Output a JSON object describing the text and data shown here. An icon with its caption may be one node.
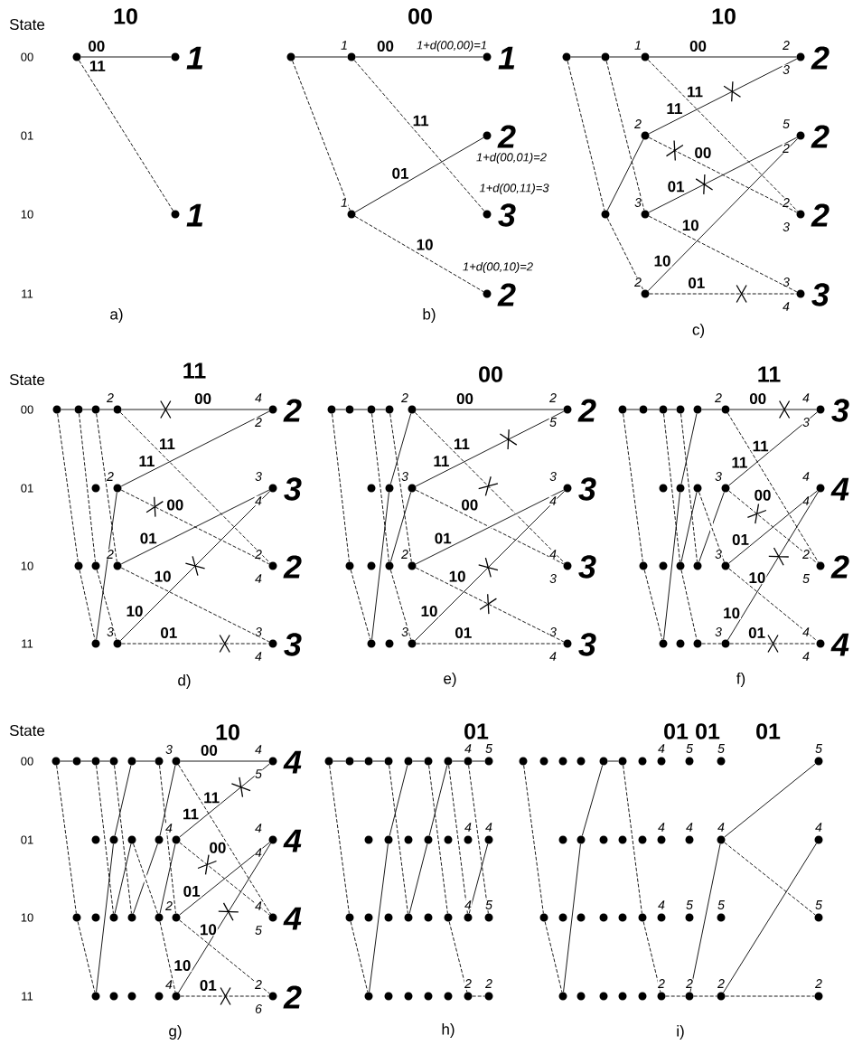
{
  "diagram": {
    "nodes": [
      {
        "text": [],
        "shape": "circle"
      },
      {
        "text": [],
        "shape": "circle",
        "beside": [
          "1"
        ]
      },
      {
        "text": [],
        "shape": "circle",
        "beside": [
          "1"
        ]
      },
      {
        "text": [],
        "shape": "circle"
      },
      {
        "text": [],
        "shape": "circle",
        "beside": [
          "1"
        ]
      },
      {
        "text": [],
        "shape": "circle",
        "beside": [
          "1"
        ]
      },
      {
        "text": [],
        "shape": "circle",
        "beside": [
          "1",
          "1+d(00,00)=1"
        ]
      },
      {
        "text": [],
        "shape": "circle",
        "beside": [
          "2",
          "1+d(00,01)=2"
        ]
      },
      {
        "text": [],
        "shape": "circle",
        "beside": [
          "3",
          "1+d(00,11)=3"
        ]
      },
      {
        "text": [],
        "shape": "circle",
        "beside": [
          "2",
          "1+d(00,10)=2"
        ]
      },
      {
        "text": [],
        "shape": "circle"
      },
      {
        "text": [],
        "shape": "circle"
      },
      {
        "text": [],
        "shape": "circle"
      },
      {
        "text": [],
        "shape": "circle",
        "beside": [
          "1"
        ]
      },
      {
        "text": [],
        "shape": "circle",
        "beside": [
          "2"
        ]
      },
      {
        "text": [],
        "shape": "circle",
        "beside": [
          "3"
        ]
      },
      {
        "text": [],
        "shape": "circle",
        "beside": [
          "2"
        ]
      },
      {
        "text": [],
        "shape": "circle",
        "beside": [
          "2",
          "2",
          "3"
        ]
      },
      {
        "text": [],
        "shape": "circle",
        "beside": [
          "2",
          "5",
          "2"
        ]
      },
      {
        "text": [],
        "shape": "circle",
        "beside": [
          "2",
          "2",
          "3"
        ]
      },
      {
        "text": [],
        "shape": "circle",
        "beside": [
          "3",
          "3",
          "4"
        ]
      },
      {
        "text": [],
        "shape": "circle"
      },
      {
        "text": [],
        "shape": "circle"
      },
      {
        "text": [],
        "shape": "circle"
      },
      {
        "text": [],
        "shape": "circle"
      },
      {
        "text": [],
        "shape": "circle"
      },
      {
        "text": [],
        "shape": "circle"
      },
      {
        "text": [],
        "shape": "circle"
      },
      {
        "text": [],
        "shape": "circle",
        "beside": [
          "2"
        ]
      },
      {
        "text": [],
        "shape": "circle",
        "beside": [
          "2"
        ]
      },
      {
        "text": [],
        "shape": "circle",
        "beside": [
          "2"
        ]
      },
      {
        "text": [],
        "shape": "circle",
        "beside": [
          "3"
        ]
      },
      {
        "text": [],
        "shape": "circle",
        "beside": [
          "2",
          "4",
          "2"
        ]
      },
      {
        "text": [],
        "shape": "circle",
        "beside": [
          "3",
          "3",
          "4"
        ]
      },
      {
        "text": [],
        "shape": "circle",
        "beside": [
          "2",
          "2",
          "4"
        ]
      },
      {
        "text": [],
        "shape": "circle",
        "beside": [
          "3",
          "3",
          "4"
        ]
      },
      {
        "text": [],
        "shape": "circle"
      },
      {
        "text": [],
        "shape": "circle"
      },
      {
        "text": [],
        "shape": "circle"
      },
      {
        "text": [],
        "shape": "circle"
      },
      {
        "text": [],
        "shape": "circle"
      },
      {
        "text": [],
        "shape": "circle"
      },
      {
        "text": [],
        "shape": "circle"
      },
      {
        "text": [],
        "shape": "circle"
      },
      {
        "text": [],
        "shape": "circle"
      },
      {
        "text": [],
        "shape": "circle"
      },
      {
        "text": [],
        "shape": "circle"
      },
      {
        "text": [],
        "shape": "circle",
        "beside": [
          "2"
        ]
      },
      {
        "text": [],
        "shape": "circle",
        "beside": [
          "3"
        ]
      },
      {
        "text": [],
        "shape": "circle",
        "beside": [
          "2"
        ]
      },
      {
        "text": [],
        "shape": "circle",
        "beside": [
          "3"
        ]
      },
      {
        "text": [],
        "shape": "circle",
        "beside": [
          "2",
          "2",
          "5"
        ]
      },
      {
        "text": [],
        "shape": "circle",
        "beside": [
          "3",
          "3",
          "4"
        ]
      },
      {
        "text": [],
        "shape": "circle",
        "beside": [
          "3",
          "4",
          "3"
        ]
      },
      {
        "text": [],
        "shape": "circle",
        "beside": [
          "3",
          "3",
          "4"
        ]
      },
      {
        "text": [],
        "shape": "circle"
      },
      {
        "text": [],
        "shape": "circle"
      },
      {
        "text": [],
        "shape": "circle"
      },
      {
        "text": [],
        "shape": "circle"
      },
      {
        "text": [],
        "shape": "circle"
      },
      {
        "text": [],
        "shape": "circle"
      },
      {
        "text": [],
        "shape": "circle"
      },
      {
        "text": [],
        "shape": "circle"
      },
      {
        "text": [],
        "shape": "circle"
      },
      {
        "text": [],
        "shape": "circle"
      },
      {
        "text": [],
        "shape": "circle"
      },
      {
        "text": [],
        "shape": "circle"
      },
      {
        "text": [],
        "shape": "circle"
      },
      {
        "text": [],
        "shape": "circle"
      },
      {
        "text": [],
        "shape": "circle"
      },
      {
        "text": [],
        "shape": "circle",
        "beside": [
          "2"
        ]
      },
      {
        "text": [],
        "shape": "circle",
        "beside": [
          "3"
        ]
      },
      {
        "text": [],
        "shape": "circle",
        "beside": [
          "3"
        ]
      },
      {
        "text": [],
        "shape": "circle",
        "beside": [
          "3"
        ]
      },
      {
        "text": [],
        "shape": "circle",
        "beside": [
          "3",
          "4",
          "3"
        ]
      },
      {
        "text": [],
        "shape": "circle",
        "beside": [
          "4",
          "4",
          "4"
        ]
      },
      {
        "text": [],
        "shape": "circle",
        "beside": [
          "2",
          "2",
          "5"
        ]
      },
      {
        "text": [],
        "shape": "circle",
        "beside": [
          "4",
          "4",
          "4"
        ]
      },
      {
        "text": [],
        "shape": "circle"
      },
      {
        "text": [],
        "shape": "circle"
      },
      {
        "text": [],
        "shape": "circle"
      },
      {
        "text": [],
        "shape": "circle"
      },
      {
        "text": [],
        "shape": "circle"
      },
      {
        "text": [],
        "shape": "circle"
      },
      {
        "text": [],
        "shape": "circle"
      },
      {
        "text": [],
        "shape": "circle"
      },
      {
        "text": [],
        "shape": "circle"
      },
      {
        "text": [],
        "shape": "circle"
      },
      {
        "text": [],
        "shape": "circle"
      },
      {
        "text": [],
        "shape": "circle"
      },
      {
        "text": [],
        "shape": "circle"
      },
      {
        "text": [],
        "shape": "circle"
      },
      {
        "text": [],
        "shape": "circle"
      },
      {
        "text": [],
        "shape": "circle"
      },
      {
        "text": [],
        "shape": "circle"
      },
      {
        "text": [],
        "shape": "circle"
      },
      {
        "text": [],
        "shape": "circle"
      },
      {
        "text": [],
        "shape": "circle",
        "beside": [
          "3"
        ]
      },
      {
        "text": [],
        "shape": "circle",
        "beside": [
          "4"
        ]
      },
      {
        "text": [],
        "shape": "circle",
        "beside": [
          "2"
        ]
      },
      {
        "text": [],
        "shape": "circle",
        "beside": [
          "4"
        ]
      },
      {
        "text": [],
        "shape": "circle",
        "beside": [
          "4",
          "4",
          "5"
        ]
      },
      {
        "text": [],
        "shape": "circle",
        "beside": [
          "4",
          "4",
          "4"
        ]
      },
      {
        "text": [],
        "shape": "circle",
        "beside": [
          "4",
          "4",
          "5"
        ]
      },
      {
        "text": [],
        "shape": "circle",
        "beside": [
          "2",
          "2",
          "6"
        ]
      },
      {
        "text": [],
        "shape": "circle"
      },
      {
        "text": [],
        "shape": "circle"
      },
      {
        "text": [],
        "shape": "circle"
      },
      {
        "text": [],
        "shape": "circle"
      },
      {
        "text": [],
        "shape": "circle"
      },
      {
        "text": [],
        "shape": "circle"
      },
      {
        "text": [],
        "shape": "circle"
      },
      {
        "text": [],
        "shape": "circle"
      },
      {
        "text": [],
        "shape": "circle"
      },
      {
        "text": [],
        "shape": "circle"
      },
      {
        "text": [],
        "shape": "circle"
      },
      {
        "text": [],
        "shape": "circle"
      },
      {
        "text": [],
        "shape": "circle"
      },
      {
        "text": [],
        "shape": "circle"
      },
      {
        "text": [],
        "shape": "circle"
      },
      {
        "text": [],
        "shape": "circle"
      },
      {
        "text": [],
        "shape": "circle"
      },
      {
        "text": [],
        "shape": "circle"
      },
      {
        "text": [],
        "shape": "circle"
      },
      {
        "text": [],
        "shape": "circle"
      },
      {
        "text": [],
        "shape": "circle"
      },
      {
        "text": [],
        "shape": "circle"
      },
      {
        "text": [],
        "shape": "circle"
      },
      {
        "text": [],
        "shape": "circle",
        "beside": [
          "4"
        ]
      },
      {
        "text": [],
        "shape": "circle",
        "beside": [
          "4"
        ]
      },
      {
        "text": [],
        "shape": "circle",
        "beside": [
          "4"
        ]
      },
      {
        "text": [],
        "shape": "circle",
        "beside": [
          "2"
        ]
      },
      {
        "text": [],
        "shape": "circle",
        "beside": [
          "5"
        ]
      },
      {
        "text": [],
        "shape": "circle",
        "beside": [
          "4"
        ]
      },
      {
        "text": [],
        "shape": "circle",
        "beside": [
          "5"
        ]
      },
      {
        "text": [],
        "shape": "circle",
        "beside": [
          "2"
        ]
      },
      {
        "text": [],
        "shape": "circle"
      },
      {
        "text": [],
        "shape": "circle"
      },
      {
        "text": [],
        "shape": "circle"
      },
      {
        "text": [],
        "shape": "circle"
      },
      {
        "text": [],
        "shape": "circle"
      },
      {
        "text": [],
        "shape": "circle"
      },
      {
        "text": [],
        "shape": "circle"
      },
      {
        "text": [],
        "shape": "circle"
      },
      {
        "text": [],
        "shape": "circle"
      },
      {
        "text": [],
        "shape": "circle"
      },
      {
        "text": [],
        "shape": "circle"
      },
      {
        "text": [],
        "shape": "circle"
      },
      {
        "text": [],
        "shape": "circle"
      },
      {
        "text": [],
        "shape": "circle"
      },
      {
        "text": [],
        "shape": "circle"
      },
      {
        "text": [],
        "shape": "circle"
      },
      {
        "text": [],
        "shape": "circle"
      },
      {
        "text": [],
        "shape": "circle"
      },
      {
        "text": [],
        "shape": "circle"
      },
      {
        "text": [],
        "shape": "circle"
      },
      {
        "text": [],
        "shape": "circle"
      },
      {
        "text": [],
        "shape": "circle"
      },
      {
        "text": [],
        "shape": "circle"
      },
      {
        "text": [],
        "shape": "circle",
        "beside": [
          "4"
        ]
      },
      {
        "text": [],
        "shape": "circle",
        "beside": [
          "4"
        ]
      },
      {
        "text": [],
        "shape": "circle",
        "beside": [
          "4"
        ]
      },
      {
        "text": [],
        "shape": "circle",
        "beside": [
          "2"
        ]
      },
      {
        "text": [],
        "shape": "circle",
        "beside": [
          "5"
        ]
      },
      {
        "text": [],
        "shape": "circle",
        "beside": [
          "4"
        ]
      },
      {
        "text": [],
        "shape": "circle",
        "beside": [
          "5"
        ]
      },
      {
        "text": [],
        "shape": "circle",
        "beside": [
          "2"
        ]
      },
      {
        "text": [],
        "shape": "circle",
        "beside": [
          "5"
        ]
      },
      {
        "text": [],
        "shape": "circle",
        "beside": [
          "4"
        ]
      },
      {
        "text": [],
        "shape": "circle",
        "beside": [
          "5"
        ]
      },
      {
        "text": [],
        "shape": "circle",
        "beside": [
          "2"
        ]
      },
      {
        "text": [],
        "shape": "circle",
        "beside": [
          "5"
        ]
      },
      {
        "text": [],
        "shape": "circle",
        "beside": [
          "4"
        ]
      },
      {
        "text": [],
        "shape": "circle",
        "beside": [
          "5"
        ]
      },
      {
        "text": [],
        "shape": "circle",
        "beside": [
          "2"
        ]
      }
    ],
    "edges": [
      {
        "from": 0,
        "to": 1,
        "arrow": "none",
        "label": "00"
      },
      {
        "from": 0,
        "to": 2,
        "arrow": "none",
        "style": "dashed",
        "label": "11"
      },
      {
        "from": 3,
        "to": 4,
        "arrow": "none"
      },
      {
        "from": 3,
        "to": 5,
        "arrow": "none",
        "style": "dashed"
      },
      {
        "from": 4,
        "to": 6,
        "arrow": "none",
        "label": "00"
      },
      {
        "from": 4,
        "to": 8,
        "arrow": "none",
        "style": "dashed",
        "label": "11"
      },
      {
        "from": 5,
        "to": 7,
        "arrow": "none",
        "label": "01"
      },
      {
        "from": 5,
        "to": 9,
        "arrow": "none",
        "style": "dashed",
        "label": "10"
      },
      {
        "from": 10,
        "to": 11,
        "arrow": "none"
      },
      {
        "from": 10,
        "to": 12,
        "arrow": "none",
        "style": "dashed"
      },
      {
        "from": 11,
        "to": 13,
        "arrow": "none"
      },
      {
        "from": 12,
        "to": 14,
        "arrow": "none"
      },
      {
        "from": 11,
        "to": 15,
        "arrow": "none",
        "style": "dashed"
      },
      {
        "from": 12,
        "to": 16,
        "arrow": "none",
        "style": "dashed"
      },
      {
        "from": 13,
        "to": 17,
        "arrow": "none",
        "label": "00"
      },
      {
        "from": 13,
        "to": 19,
        "arrow": "none",
        "style": "dashed",
        "label": "11"
      },
      {
        "from": 14,
        "to": 17,
        "arrow": "none",
        "label": "11"
      },
      {
        "from": 14,
        "to": 19,
        "arrow": "none",
        "style": "dashed",
        "label": "00"
      },
      {
        "from": 15,
        "to": 18,
        "arrow": "none",
        "label": "01"
      },
      {
        "from": 15,
        "to": 20,
        "arrow": "none",
        "style": "dashed",
        "label": "10"
      },
      {
        "from": 16,
        "to": 18,
        "arrow": "none",
        "label": "10"
      },
      {
        "from": 16,
        "to": 20,
        "arrow": "none",
        "style": "dashed",
        "label": "01"
      },
      {
        "from": 21,
        "to": 22,
        "arrow": "none"
      },
      {
        "from": 21,
        "to": 23,
        "arrow": "none",
        "style": "dashed"
      },
      {
        "from": 22,
        "to": 24,
        "arrow": "none"
      },
      {
        "from": 22,
        "to": 26,
        "arrow": "none",
        "style": "dashed"
      },
      {
        "from": 23,
        "to": 27,
        "arrow": "none",
        "style": "dashed"
      },
      {
        "from": 24,
        "to": 28,
        "arrow": "none"
      },
      {
        "from": 27,
        "to": 29,
        "arrow": "none"
      },
      {
        "from": 24,
        "to": 30,
        "arrow": "none",
        "style": "dashed"
      },
      {
        "from": 26,
        "to": 31,
        "arrow": "none",
        "style": "dashed"
      },
      {
        "from": 28,
        "to": 32,
        "arrow": "none",
        "label": "00"
      },
      {
        "from": 28,
        "to": 34,
        "arrow": "none",
        "style": "dashed",
        "label": "11"
      },
      {
        "from": 29,
        "to": 32,
        "arrow": "none",
        "label": "11"
      },
      {
        "from": 29,
        "to": 34,
        "arrow": "none",
        "style": "dashed",
        "label": "00"
      },
      {
        "from": 30,
        "to": 33,
        "arrow": "none",
        "label": "01"
      },
      {
        "from": 30,
        "to": 35,
        "arrow": "none",
        "style": "dashed",
        "label": "10"
      },
      {
        "from": 31,
        "to": 33,
        "arrow": "none",
        "label": "10"
      },
      {
        "from": 31,
        "to": 35,
        "arrow": "none",
        "style": "dashed",
        "label": "01"
      },
      {
        "from": 36,
        "to": 37,
        "arrow": "none"
      },
      {
        "from": 36,
        "to": 38,
        "arrow": "none",
        "style": "dashed"
      },
      {
        "from": 37,
        "to": 39,
        "arrow": "none"
      },
      {
        "from": 38,
        "to": 42,
        "arrow": "none",
        "style": "dashed"
      },
      {
        "from": 39,
        "to": 43,
        "arrow": "none"
      },
      {
        "from": 42,
        "to": 44,
        "arrow": "none"
      },
      {
        "from": 39,
        "to": 45,
        "arrow": "none",
        "style": "dashed"
      },
      {
        "from": 44,
        "to": 47,
        "arrow": "none"
      },
      {
        "from": 45,
        "to": 48,
        "arrow": "none"
      },
      {
        "from": 43,
        "to": 49,
        "arrow": "none",
        "style": "dashed"
      },
      {
        "from": 45,
        "to": 50,
        "arrow": "none",
        "style": "dashed"
      },
      {
        "from": 47,
        "to": 51,
        "arrow": "none",
        "label": "00"
      },
      {
        "from": 47,
        "to": 53,
        "arrow": "none",
        "style": "dashed",
        "label": "11"
      },
      {
        "from": 48,
        "to": 51,
        "arrow": "none",
        "label": "11"
      },
      {
        "from": 48,
        "to": 53,
        "arrow": "none",
        "style": "dashed",
        "label": "00"
      },
      {
        "from": 49,
        "to": 52,
        "arrow": "none",
        "label": "01"
      },
      {
        "from": 49,
        "to": 54,
        "arrow": "none",
        "style": "dashed",
        "label": "10"
      },
      {
        "from": 50,
        "to": 52,
        "arrow": "none",
        "label": "10"
      },
      {
        "from": 50,
        "to": 54,
        "arrow": "none",
        "style": "dashed",
        "label": "01"
      },
      {
        "from": 55,
        "to": 56,
        "arrow": "none"
      },
      {
        "from": 55,
        "to": 57,
        "arrow": "none",
        "style": "dashed"
      },
      {
        "from": 56,
        "to": 58,
        "arrow": "none"
      },
      {
        "from": 57,
        "to": 61,
        "arrow": "none",
        "style": "dashed"
      },
      {
        "from": 58,
        "to": 62,
        "arrow": "none"
      },
      {
        "from": 61,
        "to": 63,
        "arrow": "none"
      },
      {
        "from": 58,
        "to": 64,
        "arrow": "none",
        "style": "dashed"
      },
      {
        "from": 63,
        "to": 66,
        "arrow": "none"
      },
      {
        "from": 64,
        "to": 67,
        "arrow": "none"
      },
      {
        "from": 62,
        "to": 68,
        "arrow": "none",
        "style": "dashed"
      },
      {
        "from": 64,
        "to": 69,
        "arrow": "none",
        "style": "dashed"
      },
      {
        "from": 66,
        "to": 70,
        "arrow": "none"
      },
      {
        "from": 68,
        "to": 71,
        "arrow": "none"
      },
      {
        "from": 67,
        "to": 72,
        "arrow": "none",
        "style": "dashed"
      },
      {
        "from": 69,
        "to": 73,
        "arrow": "none",
        "style": "dashed"
      },
      {
        "from": 70,
        "to": 74,
        "arrow": "none",
        "label": "00"
      },
      {
        "from": 70,
        "to": 76,
        "arrow": "none",
        "style": "dashed",
        "label": "11"
      },
      {
        "from": 71,
        "to": 74,
        "arrow": "none",
        "label": "11"
      },
      {
        "from": 71,
        "to": 76,
        "arrow": "none",
        "style": "dashed",
        "label": "00"
      },
      {
        "from": 72,
        "to": 75,
        "arrow": "none",
        "label": "01"
      },
      {
        "from": 72,
        "to": 77,
        "arrow": "none",
        "style": "dashed",
        "label": "10"
      },
      {
        "from": 73,
        "to": 75,
        "arrow": "none",
        "label": "10"
      },
      {
        "from": 73,
        "to": 77,
        "arrow": "none",
        "style": "dashed",
        "label": "01"
      },
      {
        "from": 78,
        "to": 79,
        "arrow": "none"
      },
      {
        "from": 78,
        "to": 80,
        "arrow": "none",
        "style": "dashed"
      },
      {
        "from": 79,
        "to": 81,
        "arrow": "none"
      },
      {
        "from": 80,
        "to": 84,
        "arrow": "none",
        "style": "dashed"
      },
      {
        "from": 81,
        "to": 85,
        "arrow": "none"
      },
      {
        "from": 84,
        "to": 86,
        "arrow": "none"
      },
      {
        "from": 81,
        "to": 87,
        "arrow": "none",
        "style": "dashed"
      },
      {
        "from": 86,
        "to": 89,
        "arrow": "none"
      },
      {
        "from": 87,
        "to": 90,
        "arrow": "none"
      },
      {
        "from": 85,
        "to": 91,
        "arrow": "none",
        "style": "dashed"
      },
      {
        "from": 89,
        "to": 93,
        "arrow": "none"
      },
      {
        "from": 91,
        "to": 94,
        "arrow": "none"
      },
      {
        "from": 90,
        "to": 95,
        "arrow": "none",
        "style": "dashed"
      },
      {
        "from": 94,
        "to": 97,
        "arrow": "none"
      },
      {
        "from": 95,
        "to": 98,
        "arrow": "none"
      },
      {
        "from": 93,
        "to": 99,
        "arrow": "none",
        "style": "dashed"
      },
      {
        "from": 95,
        "to": 100,
        "arrow": "none",
        "style": "dashed"
      },
      {
        "from": 97,
        "to": 101,
        "arrow": "none",
        "label": "00"
      },
      {
        "from": 97,
        "to": 103,
        "arrow": "none",
        "style": "dashed",
        "label": "11"
      },
      {
        "from": 98,
        "to": 101,
        "arrow": "none",
        "label": "11"
      },
      {
        "from": 98,
        "to": 103,
        "arrow": "none",
        "style": "dashed",
        "label": "00"
      },
      {
        "from": 99,
        "to": 102,
        "arrow": "none",
        "label": "01"
      },
      {
        "from": 99,
        "to": 104,
        "arrow": "none",
        "style": "dashed",
        "label": "10"
      },
      {
        "from": 100,
        "to": 102,
        "arrow": "none",
        "label": "10"
      },
      {
        "from": 100,
        "to": 104,
        "arrow": "none",
        "style": "dashed",
        "label": "01"
      },
      {
        "from": 105,
        "to": 106,
        "arrow": "none"
      },
      {
        "from": 105,
        "to": 107,
        "arrow": "none",
        "style": "dashed"
      },
      {
        "from": 106,
        "to": 108,
        "arrow": "none"
      },
      {
        "from": 107,
        "to": 111,
        "arrow": "none",
        "style": "dashed"
      },
      {
        "from": 108,
        "to": 112,
        "arrow": "none"
      },
      {
        "from": 111,
        "to": 113,
        "arrow": "none"
      },
      {
        "from": 113,
        "to": 116,
        "arrow": "none"
      },
      {
        "from": 112,
        "to": 118,
        "arrow": "none",
        "style": "dashed"
      },
      {
        "from": 116,
        "to": 120,
        "arrow": "none"
      },
      {
        "from": 118,
        "to": 121,
        "arrow": "none"
      },
      {
        "from": 121,
        "to": 124,
        "arrow": "none"
      },
      {
        "from": 120,
        "to": 126,
        "arrow": "none",
        "style": "dashed"
      },
      {
        "from": 124,
        "to": 128,
        "arrow": "none"
      },
      {
        "from": 124,
        "to": 130,
        "arrow": "none",
        "style": "dashed"
      },
      {
        "from": 126,
        "to": 131,
        "arrow": "none",
        "style": "dashed"
      },
      {
        "from": 128,
        "to": 132,
        "arrow": "none"
      },
      {
        "from": 130,
        "to": 133,
        "arrow": "none"
      },
      {
        "from": 128,
        "to": 134,
        "arrow": "none",
        "style": "dashed"
      },
      {
        "from": 131,
        "to": 135,
        "arrow": "none",
        "style": "dashed"
      },
      {
        "from": 136,
        "to": 138,
        "arrow": "none",
        "style": "dashed"
      },
      {
        "from": 138,
        "to": 142,
        "arrow": "none",
        "style": "dashed"
      },
      {
        "from": 142,
        "to": 144,
        "arrow": "none"
      },
      {
        "from": 144,
        "to": 147,
        "arrow": "none"
      },
      {
        "from": 147,
        "to": 151,
        "arrow": "none"
      },
      {
        "from": 151,
        "to": 157,
        "arrow": "none",
        "style": "dashed"
      },
      {
        "from": 157,
        "to": 162,
        "arrow": "none",
        "style": "dashed"
      },
      {
        "from": 162,
        "to": 166,
        "arrow": "none",
        "style": "dashed"
      },
      {
        "from": 166,
        "to": 168,
        "arrow": "none"
      },
      {
        "from": 166,
        "to": 170,
        "arrow": "none",
        "style": "dashed"
      },
      {
        "from": 168,
        "to": 171,
        "arrow": "none"
      },
      {
        "from": 170,
        "to": 172,
        "arrow": "none"
      },
      {
        "from": 168,
        "to": 173,
        "arrow": "none",
        "style": "dashed"
      },
      {
        "from": 170,
        "to": 174,
        "arrow": "none",
        "style": "dashed"
      }
    ],
    "labels": [
      "State",
      "10",
      "00",
      "10",
      "00",
      "01",
      "10",
      "11",
      "a)",
      "b)",
      "c)",
      "State",
      "11",
      "00",
      "11",
      "00",
      "01",
      "10",
      "11",
      "d)",
      "e)",
      "f)",
      "State",
      "10",
      "01",
      "01",
      "01",
      "01",
      "00",
      "01",
      "10",
      "11",
      "g)",
      "h)",
      "i)"
    ]
  }
}
